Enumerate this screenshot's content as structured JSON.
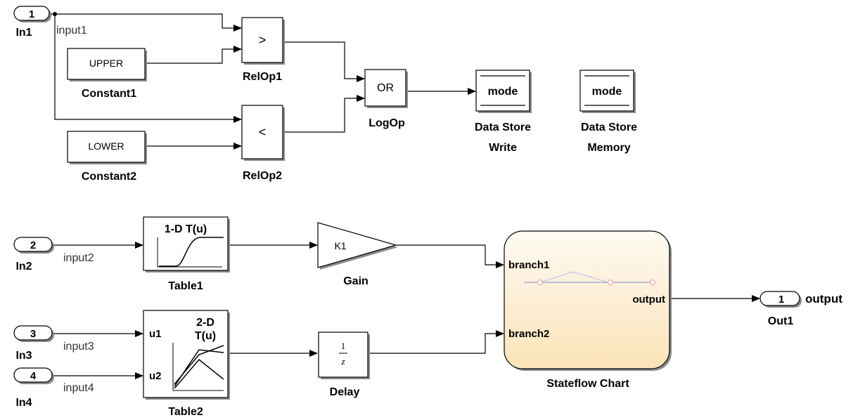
{
  "blocks": {
    "in1": {
      "number": "1",
      "name": "In1"
    },
    "in2": {
      "number": "2",
      "name": "In2"
    },
    "in3": {
      "number": "3",
      "name": "In3"
    },
    "in4": {
      "number": "4",
      "name": "In4"
    },
    "out1": {
      "number": "1",
      "name": "Out1",
      "signal": "output"
    },
    "constant1": {
      "value": "UPPER",
      "name": "Constant1"
    },
    "constant2": {
      "value": "LOWER",
      "name": "Constant2"
    },
    "relop1": {
      "operator": ">",
      "name": "RelOp1"
    },
    "relop2": {
      "operator": "<",
      "name": "RelOp2"
    },
    "logop": {
      "operator": "OR",
      "name": "LogOp"
    },
    "dsw": {
      "label": "mode",
      "name_line1": "Data Store",
      "name_line2": "Write"
    },
    "dsm": {
      "label": "mode",
      "name_line1": "Data Store",
      "name_line2": "Memory"
    },
    "table1": {
      "label": "1-D T(u)",
      "name": "Table1"
    },
    "table2": {
      "label_line1": "2-D",
      "label_line2": "T(u)",
      "port1": "u1",
      "port2": "u2",
      "name": "Table2"
    },
    "gain": {
      "value": "K1",
      "name": "Gain"
    },
    "delay": {
      "numerator": "1",
      "denominator": "z",
      "name": "Delay"
    },
    "stateflow": {
      "in1": "branch1",
      "in2": "branch2",
      "out": "output",
      "name": "Stateflow Chart"
    }
  },
  "signals": {
    "input1": "input1",
    "input2": "input2",
    "input3": "input3",
    "input4": "input4"
  },
  "colors": {
    "chart_fill_top": "#fffaf2",
    "chart_fill_bottom": "#fbe3b8",
    "chart_mini": "#7f8bd6"
  }
}
